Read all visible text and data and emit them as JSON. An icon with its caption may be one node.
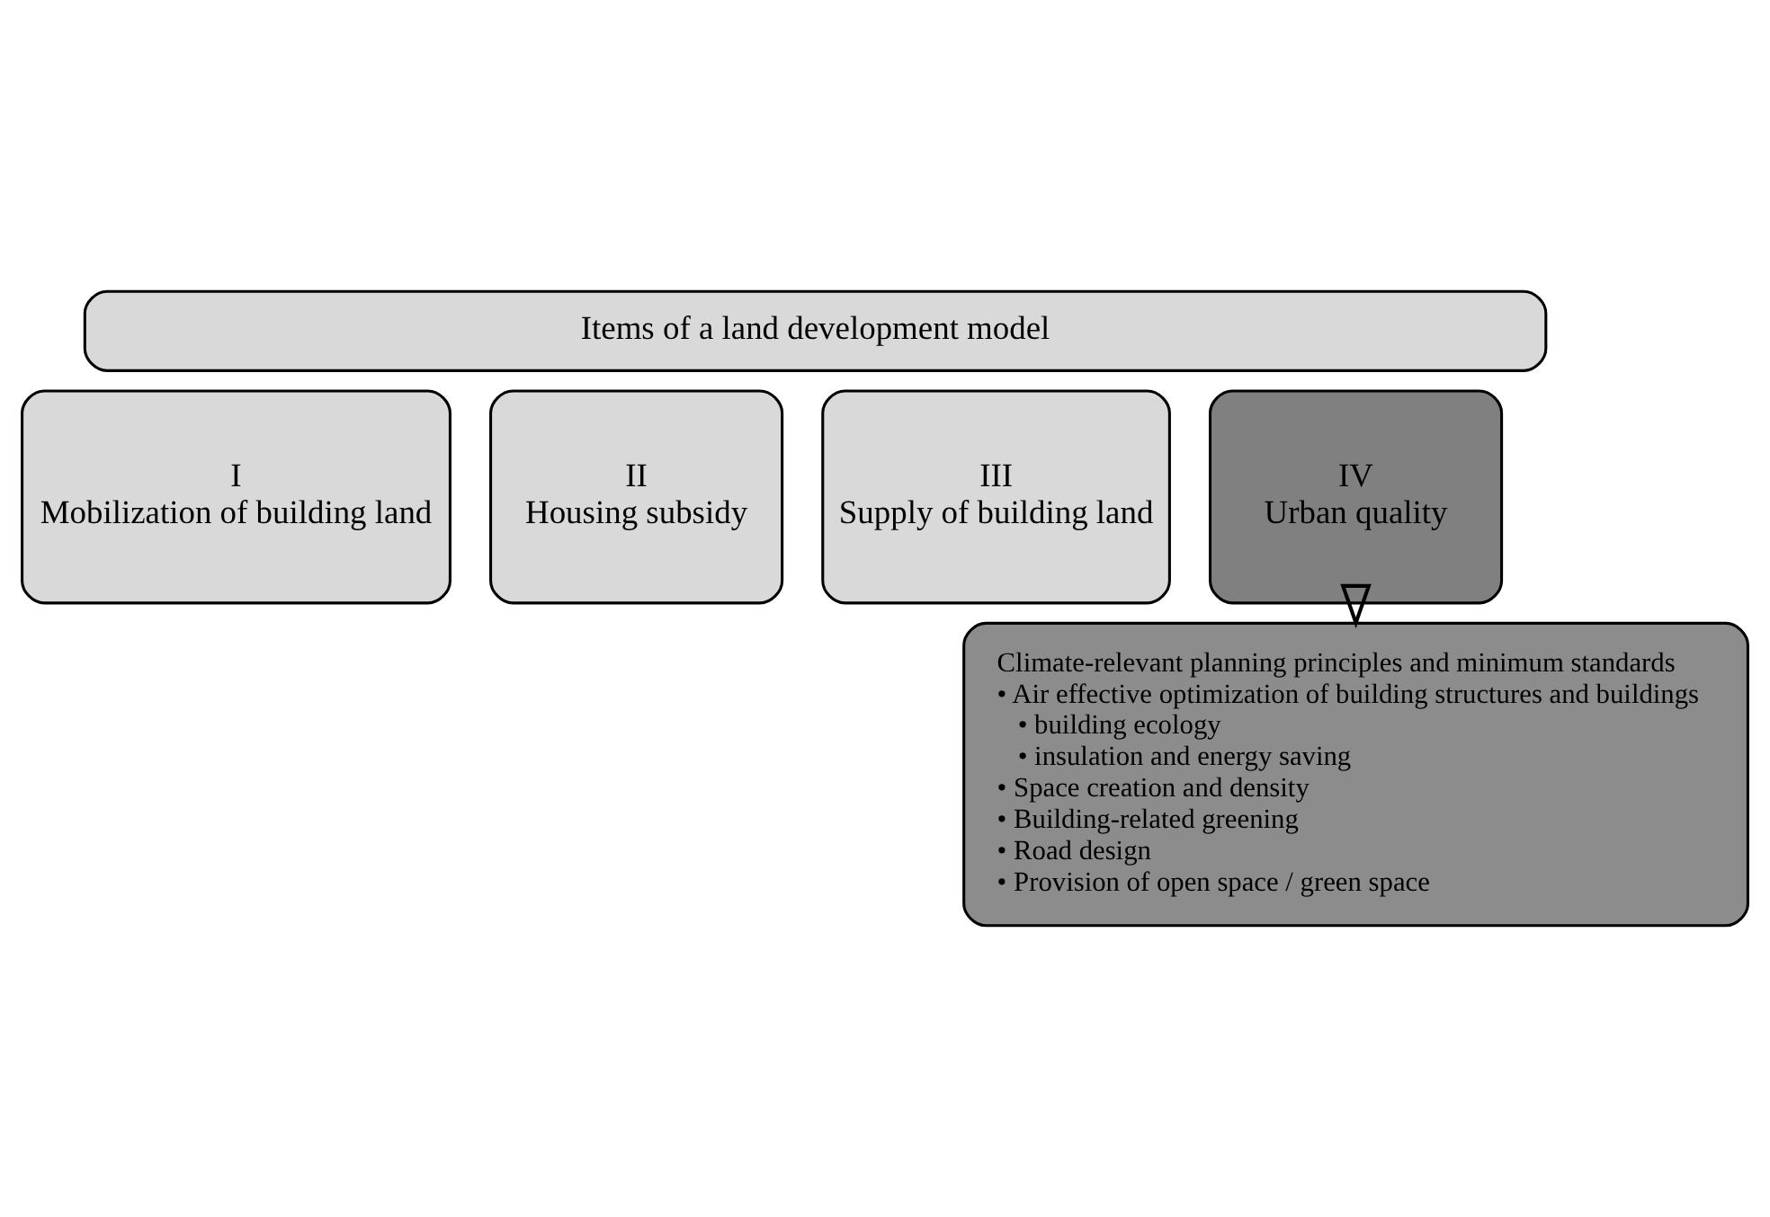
{
  "diagram": {
    "nodes": [
      {
        "text": [
          "Items of a land development model"
        ]
      },
      {
        "text": [
          "I",
          "Mobilization of building land"
        ]
      },
      {
        "text": [
          "II",
          "Housing subsidy"
        ]
      },
      {
        "text": [
          "III",
          "Supply of building land"
        ]
      },
      {
        "text": [
          "IV",
          "Urban quality"
        ]
      },
      {
        "text": [
          "Climate-relevant planning principles and minimum standards",
          "• Air effective optimization of building structures and buildings",
          "• building ecology",
          "• insulation and energy saving",
          "• Space creation and density",
          "• Building-related greening",
          "• Road design",
          "• Provision of open space / green space"
        ]
      }
    ],
    "edges": [
      {
        "from": 4,
        "to": 5,
        "arrow": "to"
      }
    ]
  }
}
